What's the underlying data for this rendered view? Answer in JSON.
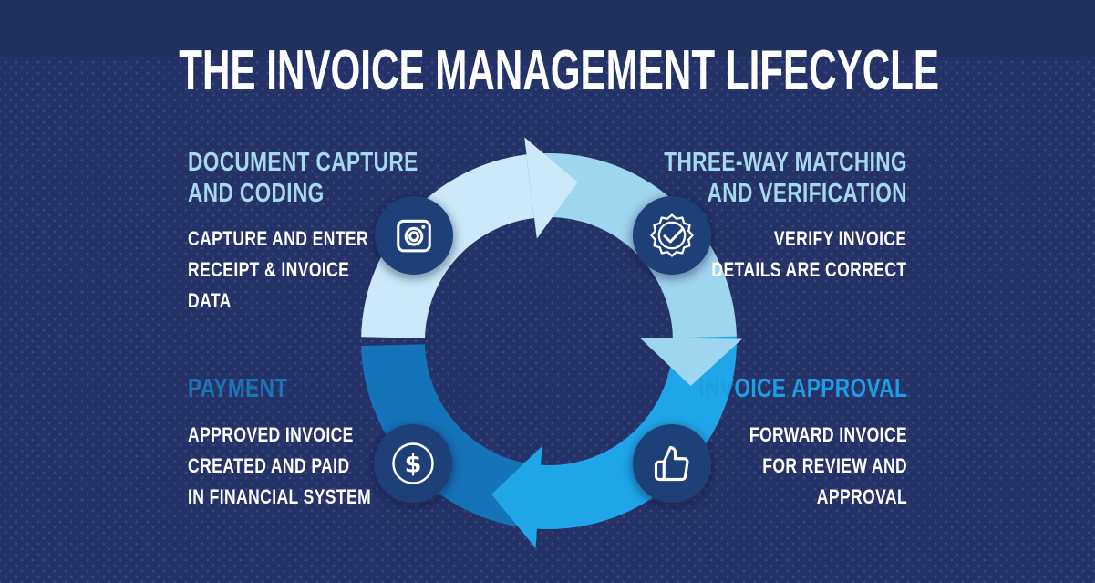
{
  "title": "THE INVOICE MANAGEMENT LIFECYCLE",
  "colors": {
    "background_top": "#20305f",
    "background_panel": "#243267",
    "title_text": "#ffffff",
    "body_text": "#ffffff",
    "light_heading": "#a6d8ee",
    "payment_heading": "#1b74b4",
    "approval_heading": "#1c9ee2",
    "segment_capture": "#cbe9f8",
    "segment_matching": "#9ed5ef",
    "segment_approval": "#1ea6e9",
    "segment_payment": "#1473b9",
    "badge_fill": "#1d4077",
    "icon_stroke": "#ffffff"
  },
  "sections": [
    {
      "id": "document-capture-and-coding",
      "heading_lines": [
        "DOCUMENT CAPTURE",
        "AND CODING"
      ],
      "body_lines": [
        "CAPTURE AND ENTER",
        "RECEIPT & INVOICE",
        "DATA"
      ],
      "icon": "camera-icon"
    },
    {
      "id": "three-way-matching-and-verification",
      "heading_lines": [
        "THREE-WAY MATCHING",
        "AND VERIFICATION"
      ],
      "body_lines": [
        "VERIFY INVOICE",
        "DETAILS ARE CORRECT"
      ],
      "icon": "badge-check-icon"
    },
    {
      "id": "invoice-approval",
      "heading_lines": [
        "INVOICE APPROVAL"
      ],
      "body_lines": [
        "FORWARD INVOICE",
        "FOR REVIEW AND",
        "APPROVAL"
      ],
      "icon": "thumbs-up-icon"
    },
    {
      "id": "payment",
      "heading_lines": [
        "PAYMENT"
      ],
      "body_lines": [
        "APPROVED INVOICE",
        "CREATED AND PAID",
        "IN FINANCIAL SYSTEM"
      ],
      "icon": "dollar-icon"
    }
  ],
  "diagram": {
    "type": "cycle",
    "direction": "clockwise",
    "steps": [
      "DOCUMENT CAPTURE AND CODING",
      "THREE-WAY MATCHING AND VERIFICATION",
      "INVOICE APPROVAL",
      "PAYMENT"
    ]
  },
  "icon_glyphs": {
    "dollar": "$"
  }
}
